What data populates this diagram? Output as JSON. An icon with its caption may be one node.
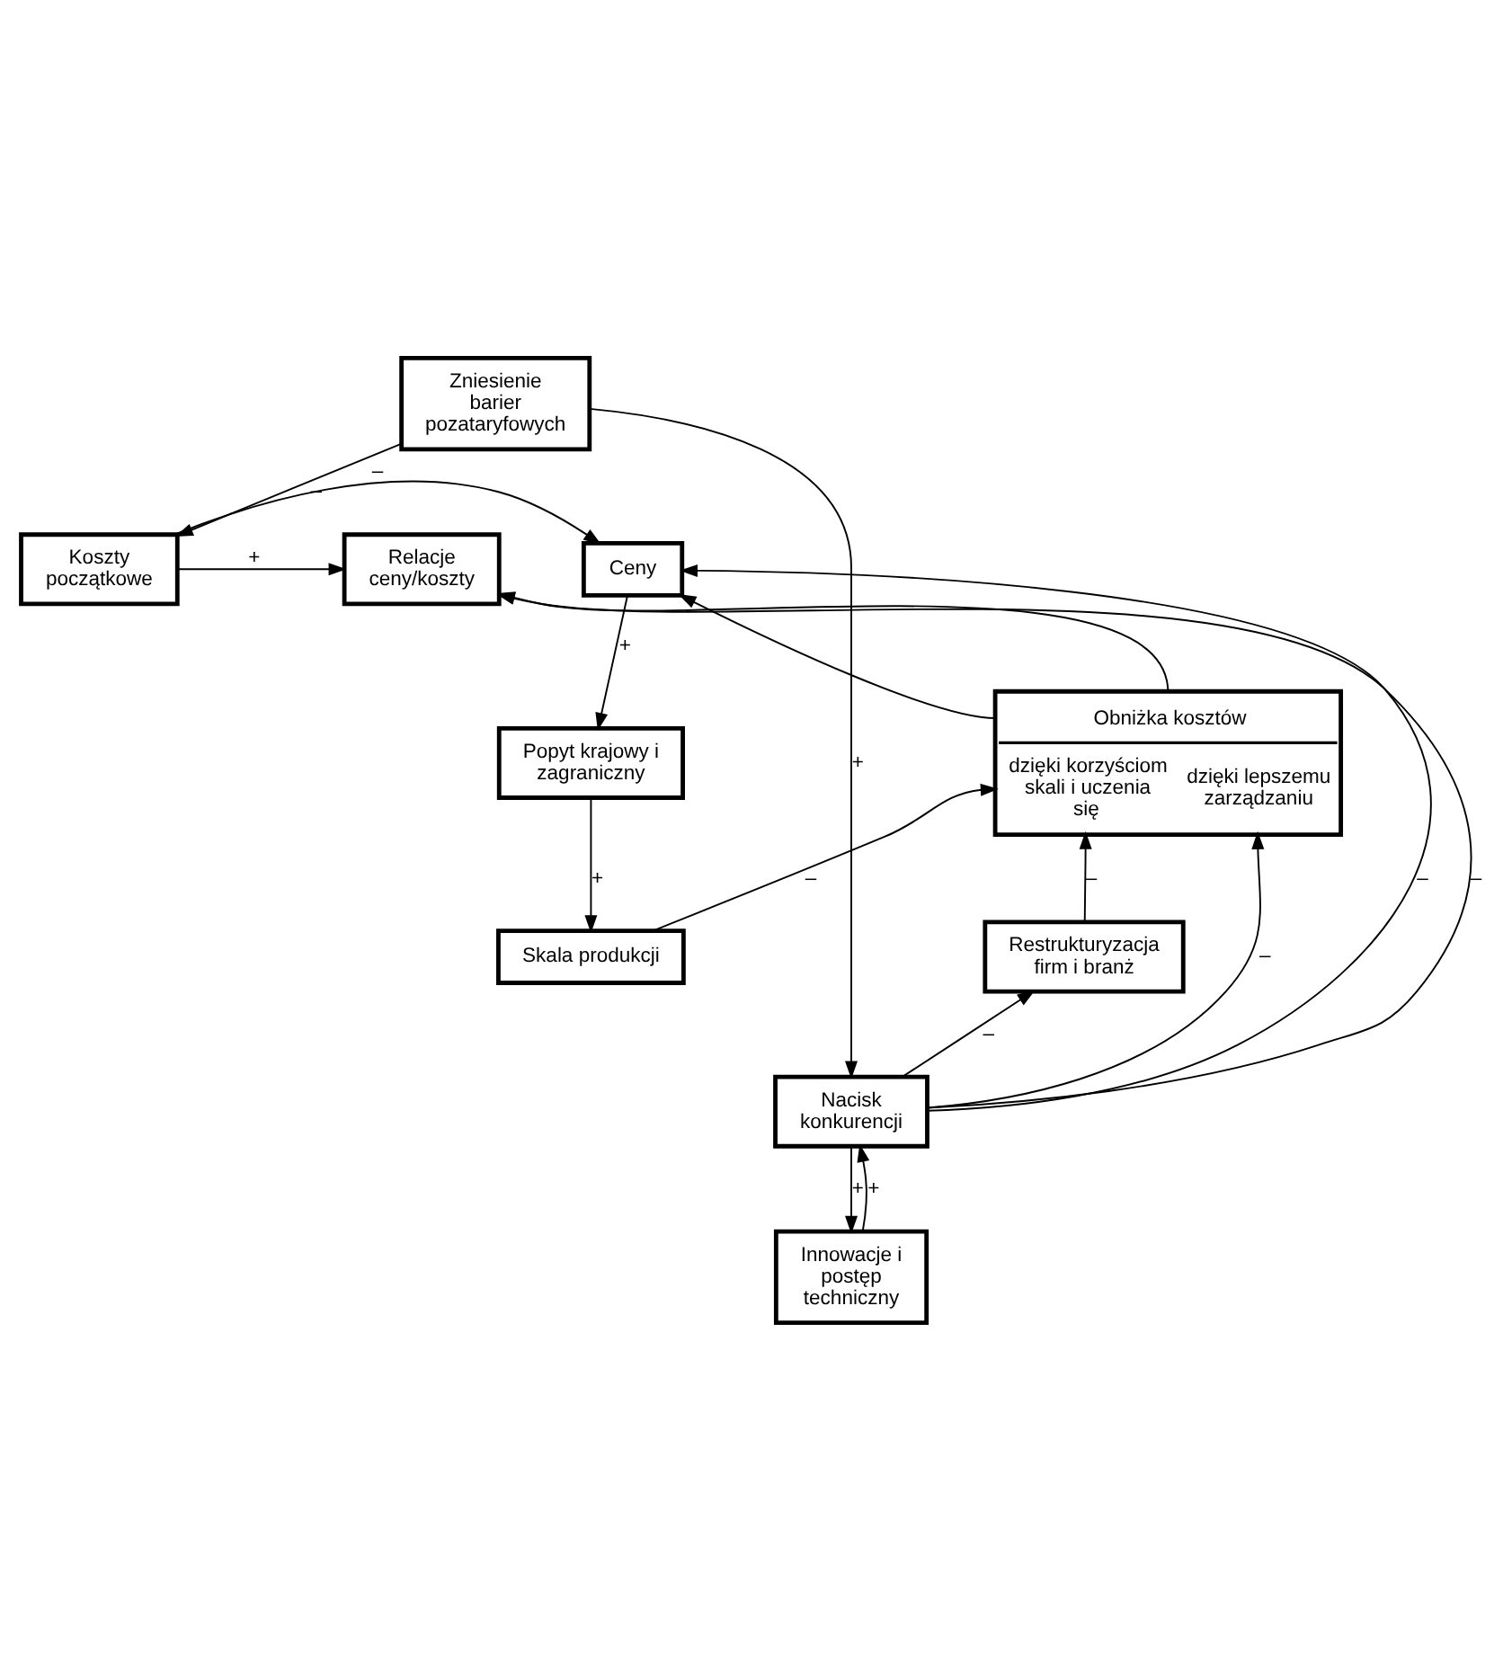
{
  "diagram": {
    "nodes": [
      {
        "text": [
          "Zniesienie barier pozataryfowych"
        ]
      },
      {
        "text": [
          "Ceny"
        ]
      },
      {
        "text": [
          "Koszty początkowe"
        ]
      },
      {
        "text": [
          "Relacje ceny/koszty"
        ]
      },
      {
        "text": [
          "Popyt krajowy i zagraniczny"
        ]
      },
      {
        "text": [
          "Obniżka kosztów",
          "dzięki korzyściom skali i uczenia się",
          "dzięki lepszemu zarządzaniu"
        ]
      },
      {
        "text": [
          "Skala produkcji"
        ]
      },
      {
        "text": [
          "Restrukturyzacja firm i branż"
        ]
      },
      {
        "text": [
          "Nacisk konkurencji"
        ]
      },
      {
        "text": [
          "Innowacje i postęp techniczny"
        ]
      }
    ],
    "edges": [
      {
        "from": 0,
        "to": 2,
        "arrow": "to",
        "label": "–"
      },
      {
        "from": 2,
        "to": 1,
        "arrow": "to",
        "label": "–"
      },
      {
        "from": 2,
        "to": 3,
        "arrow": "to",
        "label": "+"
      },
      {
        "from": 5,
        "to": 1,
        "arrow": "to"
      },
      {
        "from": 5,
        "to": 3,
        "arrow": "to"
      },
      {
        "from": 1,
        "to": 4,
        "arrow": "to",
        "label": "+"
      },
      {
        "from": 4,
        "to": 6,
        "arrow": "to",
        "label": "+"
      },
      {
        "from": 6,
        "to": 5,
        "arrow": "to",
        "label": "–"
      },
      {
        "from": 7,
        "to": 5,
        "arrow": "to",
        "label": "–"
      },
      {
        "from": 8,
        "to": 7,
        "arrow": "to",
        "label": "–"
      },
      {
        "from": 8,
        "to": 5,
        "arrow": "to",
        "label": "–"
      },
      {
        "from": 8,
        "to": 3,
        "arrow": "to",
        "label": "–"
      },
      {
        "from": 8,
        "to": 1,
        "arrow": "to",
        "label": "–"
      },
      {
        "from": 0,
        "to": 8,
        "arrow": "to",
        "label": "+"
      },
      {
        "from": 8,
        "to": 9,
        "arrow": "to",
        "label": "+"
      },
      {
        "from": 9,
        "to": 8,
        "arrow": "to",
        "label": "+"
      }
    ]
  }
}
